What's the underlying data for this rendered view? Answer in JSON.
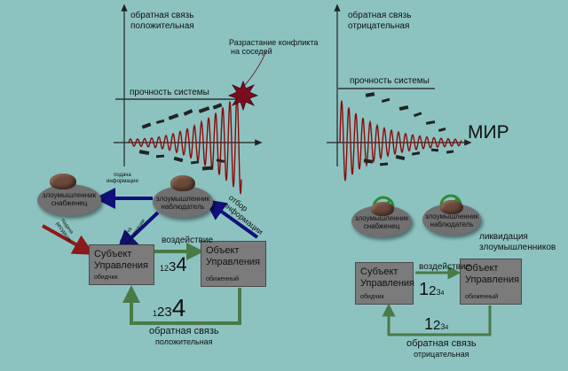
{
  "left_chart": {
    "axis_label_line1": "обратная связь",
    "axis_label_line2": "положительная",
    "threshold_label": "прочность системы",
    "conflict_label_line1": "Разрастание конфликта",
    "conflict_label_line2": "на соседей"
  },
  "right_chart": {
    "axis_label_line1": "обратная связь",
    "axis_label_line2": "отрицательная",
    "threshold_label": "прочность системы",
    "peace_label": "МИР"
  },
  "left_diagram": {
    "supplier_line1": "злоумышленник",
    "supplier_line2": "снабженец",
    "observer_line1": "злоумышленник",
    "observer_line2": "наблюдатель",
    "arrow_info_supply_line1": "подача",
    "arrow_info_supply_line2": "информации",
    "arrow_resource_supply_line1": "подача",
    "arrow_resource_supply_line2": "ресурсов",
    "arrow_info_supply2_line1": "подача",
    "arrow_info_supply2_line2": "информации",
    "arrow_info_selection_line1": "отбор",
    "arrow_info_selection_line2": "информации",
    "subject_line1": "Субъект",
    "subject_line2": "Управления",
    "subject_sub": "обидчик",
    "object_line1": "Объект",
    "object_line2": "Управления",
    "object_sub": "обиженный",
    "impact_label": "воздействие",
    "seq_top": [
      "1",
      "2",
      "3",
      "4"
    ],
    "seq_bottom": [
      "1",
      "2",
      "3",
      "4"
    ],
    "feedback_line1": "обратная связь",
    "feedback_line2": "положительная"
  },
  "right_diagram": {
    "supplier_line1": "злоумышленник",
    "supplier_line2": "снабженец",
    "observer_line1": "злоумышленник",
    "observer_line2": "наблюдатель",
    "liquidation_line1": "ликвидация",
    "liquidation_line2": "злоумышленников",
    "subject_line1": "Субъект",
    "subject_line2": "Управления",
    "subject_sub": "обидчик",
    "object_line1": "Объект",
    "object_line2": "Управления",
    "object_sub": "обиженный",
    "impact_label": "воздействие",
    "seq_top": [
      "1",
      "2",
      "3",
      "4"
    ],
    "seq_bottom": [
      "1",
      "2",
      "3",
      "4"
    ],
    "feedback_line1": "обратная связь",
    "feedback_line2": "отрицательная"
  },
  "colors": {
    "background": "#8cc3c1",
    "wave": "#8b0a0a",
    "arrow_red": "#8b1a1a",
    "arrow_blue": "#10107a",
    "arrow_green": "#4a7a45",
    "ban_green": "#2e8b2e"
  }
}
